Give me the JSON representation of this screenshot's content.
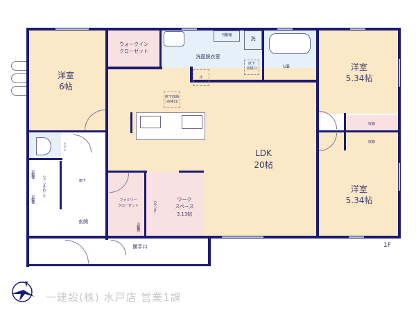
{
  "floor_label": "1F",
  "company": "一建設(株) 水戸店 営業1課",
  "colors": {
    "wall": "#1b1b72",
    "room_beige": "#fbe8c6",
    "room_pink": "#f9e1e1",
    "room_blue": "#e6f0f8",
    "window": "#b9c6da"
  },
  "rooms": {
    "western_nw": {
      "name": "洋室",
      "size": "6帖"
    },
    "walk_in_closet": {
      "name": "ウォークイン\nクローゼット",
      "line1": "ウォークイン",
      "line2": "クローゼット"
    },
    "washroom": {
      "name": "洗面脱衣室"
    },
    "movable_shelf_top": {
      "name": "可動棚"
    },
    "washer": {
      "name": "洗"
    },
    "floor_hatch_wash": {
      "line1": "床下",
      "line2": "点検口"
    },
    "bath": {
      "name": "UB"
    },
    "western_ne": {
      "name": "洋室",
      "size": "5.34帖"
    },
    "storage_1": {
      "name": "収納"
    },
    "storage_2": {
      "name": "収納"
    },
    "western_se": {
      "name": "洋室",
      "size": "5.34帖"
    },
    "ldk": {
      "name": "LDK",
      "size": "20帖"
    },
    "fridge": {
      "name": "冷"
    },
    "floor_storage": {
      "line1": "床下収納",
      "line2": "(点検口)"
    },
    "toilet": {
      "name": "トイレ"
    },
    "shoe_closet": {
      "name": "シューズクローク"
    },
    "movable_shelf_a": {
      "name": "可動棚"
    },
    "movable_shelf_b": {
      "name": "可動棚"
    },
    "hallway": {
      "name": "廊下"
    },
    "entrance": {
      "name": "玄関"
    },
    "family_closet": {
      "line1": "ファミリー",
      "line2": "クローゼット"
    },
    "movable_shelf_c": {
      "name": "可動棚"
    },
    "counter": {
      "name": "カウンター"
    },
    "workspace": {
      "line1": "ワーク",
      "line2": "スペース",
      "size": "3.13帖"
    },
    "service_entrance": {
      "name": "勝手口"
    }
  }
}
